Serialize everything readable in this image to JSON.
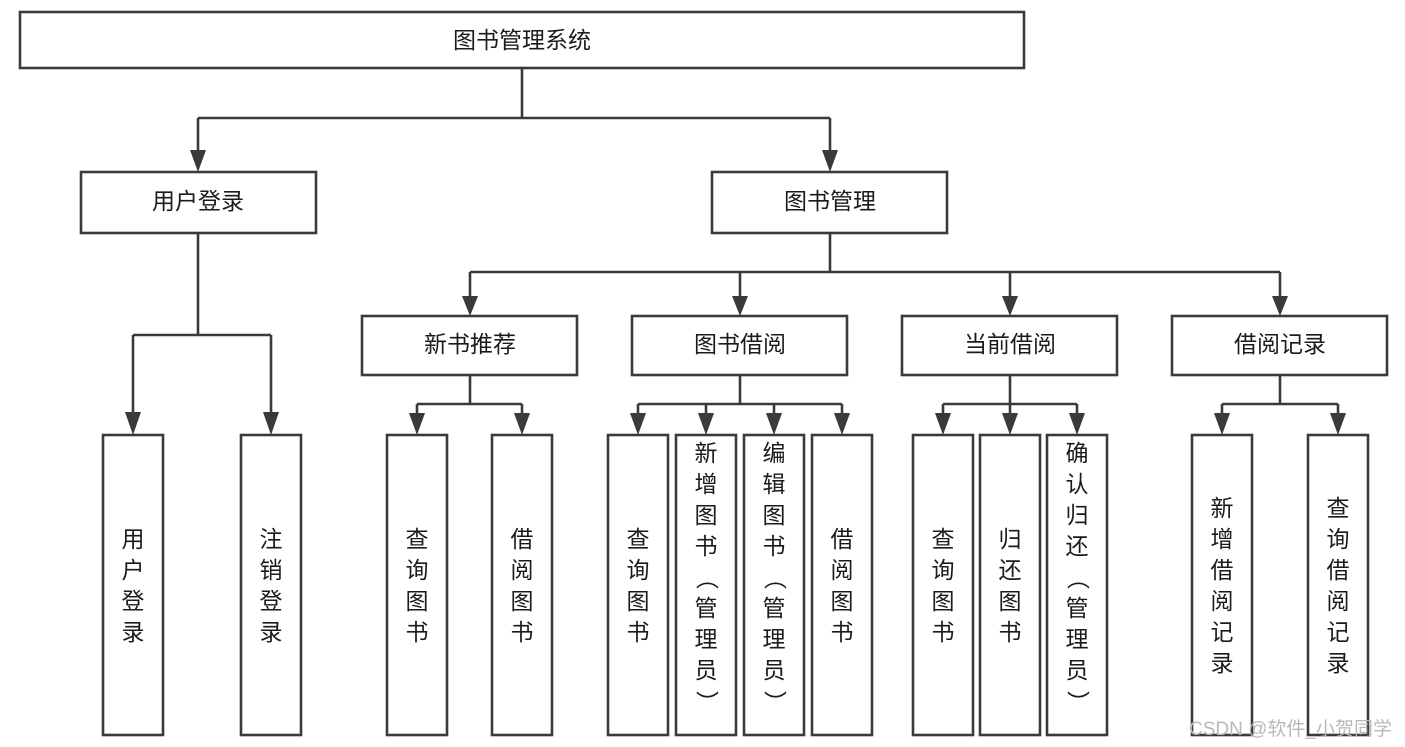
{
  "diagram": {
    "title": "图书管理系统",
    "type": "tree-hierarchy",
    "watermark": "CSDN @软件_小贺同学",
    "root": {
      "id": "root",
      "label": "图书管理系统"
    },
    "level2": [
      {
        "id": "user-login",
        "label": "用户登录"
      },
      {
        "id": "book-manage",
        "label": "图书管理"
      }
    ],
    "level3": [
      {
        "id": "new-book-rec",
        "label": "新书推荐",
        "parent": "book-manage"
      },
      {
        "id": "book-borrow",
        "label": "图书借阅",
        "parent": "book-manage"
      },
      {
        "id": "current-borrow",
        "label": "当前借阅",
        "parent": "book-manage"
      },
      {
        "id": "borrow-record",
        "label": "借阅记录",
        "parent": "book-manage"
      }
    ],
    "leaves": {
      "user-login": [
        {
          "id": "leaf-user-login",
          "label": "用户登录"
        },
        {
          "id": "leaf-user-logout",
          "label": "注销登录"
        }
      ],
      "new-book-rec": [
        {
          "id": "leaf-nbr-query",
          "label": "查询图书"
        },
        {
          "id": "leaf-nbr-borrow",
          "label": "借阅图书"
        }
      ],
      "book-borrow": [
        {
          "id": "leaf-bb-query",
          "label": "查询图书"
        },
        {
          "id": "leaf-bb-add",
          "label": "新增图书（管理员）"
        },
        {
          "id": "leaf-bb-edit",
          "label": "编辑图书（管理员）"
        },
        {
          "id": "leaf-bb-borrow",
          "label": "借阅图书"
        }
      ],
      "current-borrow": [
        {
          "id": "leaf-cb-query",
          "label": "查询图书"
        },
        {
          "id": "leaf-cb-return",
          "label": "归还图书"
        },
        {
          "id": "leaf-cb-confirm",
          "label": "确认归还（管理员）"
        }
      ],
      "borrow-record": [
        {
          "id": "leaf-br-add",
          "label": "新增借阅记录"
        },
        {
          "id": "leaf-br-query",
          "label": "查询借阅记录"
        }
      ]
    },
    "colors": {
      "stroke": "#3a3a3a",
      "fill": "#ffffff",
      "text": "#1b1b1b",
      "watermark": "#b9b9b9"
    }
  }
}
